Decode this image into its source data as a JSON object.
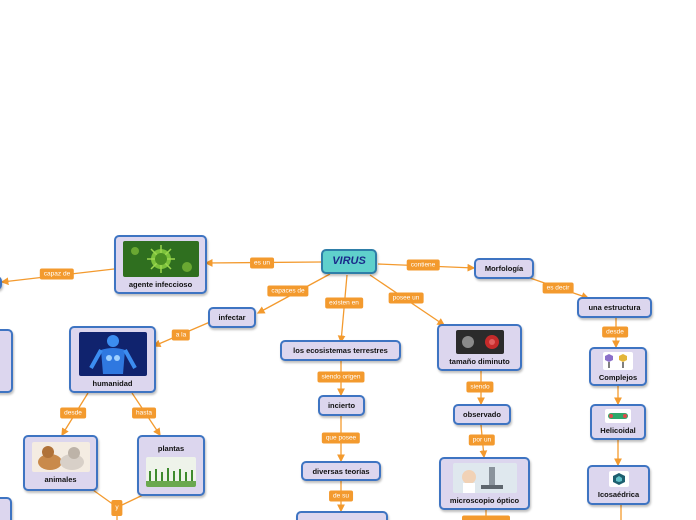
{
  "root": {
    "label": "VIRUS"
  },
  "nodes": {
    "agente": "agente infeccioso",
    "morfologia": "Morfología",
    "infectar": "infectar",
    "ecosistemas": "los ecosistemas terrestres",
    "tamano": "tamaño diminuto",
    "estructura": "una estructura",
    "humanidad": "humanidad",
    "incierto": "incierto",
    "observado": "observado",
    "complejos": "Complejos",
    "helicoidal": "Helicoidal",
    "icosaedrica": "Icosaédrica",
    "animales": "animales",
    "plantas": "plantas",
    "teorias": "diversas teorías",
    "microscopio": "microscopio óptico"
  },
  "links": {
    "es_un": "es un",
    "capaz_de": "capaz de",
    "contiene": "contiene",
    "capaces_de": "capaces de",
    "existen_en": "existen en",
    "posee_un": "posee un",
    "es_decir": "es decir",
    "a_la": "a la",
    "desde_estructura": "desde",
    "siendo_origen": "siendo origen",
    "siendo": "siendo",
    "desde_humanidad": "desde",
    "hasta": "hasta",
    "que_posee": "que posee",
    "por_un": "por un",
    "de_su": "de su",
    "y": "y"
  },
  "colors": {
    "node_fill": "#dcd6ee",
    "node_border": "#3e74c2",
    "root_fill": "#5fd0cc",
    "tag_fill": "#f39a2e",
    "line": "#f39a2e"
  },
  "icons": {
    "agente": "virus-image",
    "humanidad": "human-body-image",
    "animales": "cat-dog-image",
    "plantas": "plants-image",
    "tamano": "virus-size-image",
    "complejos": "bacteriophage-image",
    "helicoidal": "helical-virus-image",
    "icosaedrica": "icosahedral-virus-image",
    "microscopio": "microscope-image"
  }
}
